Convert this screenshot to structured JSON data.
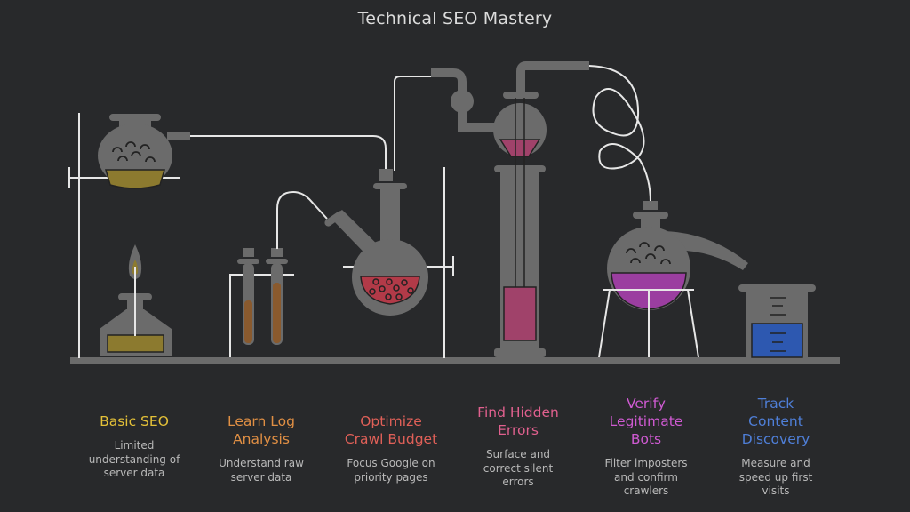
{
  "title": "Technical SEO Mastery",
  "colors": {
    "background": "#28292b",
    "glass": "#6b6b6b",
    "tube": "#e6e6e6",
    "liquid_olive": "#8c7a2f",
    "liquid_brown": "#8a5a2e",
    "liquid_red": "#b23a48",
    "liquid_magenta": "#a0426a",
    "liquid_purple": "#9b3ea0",
    "liquid_blue": "#2d58b0"
  },
  "stages": [
    {
      "title_lines": [
        "Basic SEO"
      ],
      "color": "#e3c038",
      "desc_lines": [
        "Limited",
        "understanding of",
        "server data"
      ]
    },
    {
      "title_lines": [
        "Learn Log",
        "Analysis"
      ],
      "color": "#e08f44",
      "desc_lines": [
        "Understand raw",
        "server data"
      ]
    },
    {
      "title_lines": [
        "Optimize",
        "Crawl Budget"
      ],
      "color": "#e06058",
      "desc_lines": [
        "Focus Google on",
        "priority pages"
      ]
    },
    {
      "title_lines": [
        "Find Hidden",
        "Errors"
      ],
      "color": "#e0608e",
      "desc_lines": [
        "Surface and",
        "correct silent",
        "errors"
      ]
    },
    {
      "title_lines": [
        "Verify",
        "Legitimate",
        "Bots"
      ],
      "color": "#cf5ad2",
      "desc_lines": [
        "Filter imposters",
        "and confirm",
        "crawlers"
      ]
    },
    {
      "title_lines": [
        "Track",
        "Content",
        "Discovery"
      ],
      "color": "#4f7fd8",
      "desc_lines": [
        "Measure and",
        "speed up first",
        "visits"
      ]
    }
  ]
}
